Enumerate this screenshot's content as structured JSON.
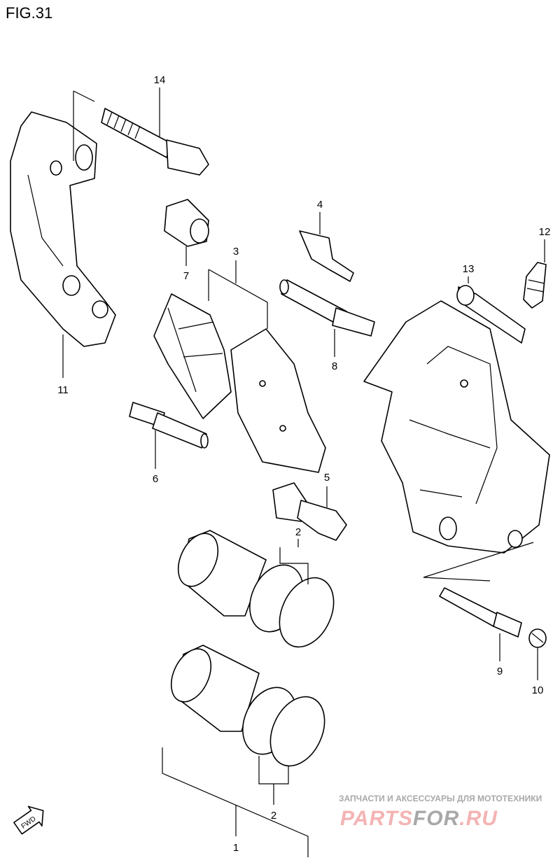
{
  "figure_title": "FIG.31",
  "callouts": [
    {
      "id": "14",
      "label": "14"
    },
    {
      "id": "4",
      "label": "4"
    },
    {
      "id": "12",
      "label": "12"
    },
    {
      "id": "3",
      "label": "3"
    },
    {
      "id": "13",
      "label": "13"
    },
    {
      "id": "7",
      "label": "7"
    },
    {
      "id": "8",
      "label": "8"
    },
    {
      "id": "11",
      "label": "11"
    },
    {
      "id": "6",
      "label": "6"
    },
    {
      "id": "5",
      "label": "5"
    },
    {
      "id": "2a",
      "label": "2"
    },
    {
      "id": "9",
      "label": "9"
    },
    {
      "id": "10",
      "label": "10"
    },
    {
      "id": "2b",
      "label": "2"
    },
    {
      "id": "1",
      "label": "1"
    }
  ],
  "fwd_icon": {
    "label": "FWD"
  },
  "watermark": {
    "tagline": "ЗАПЧАСТИ И АКСЕССУАРЫ ДЛЯ МОТОТЕХНИКИ",
    "brand_a": "PARTS",
    "brand_b": "FOR",
    "brand_c": ".RU"
  }
}
